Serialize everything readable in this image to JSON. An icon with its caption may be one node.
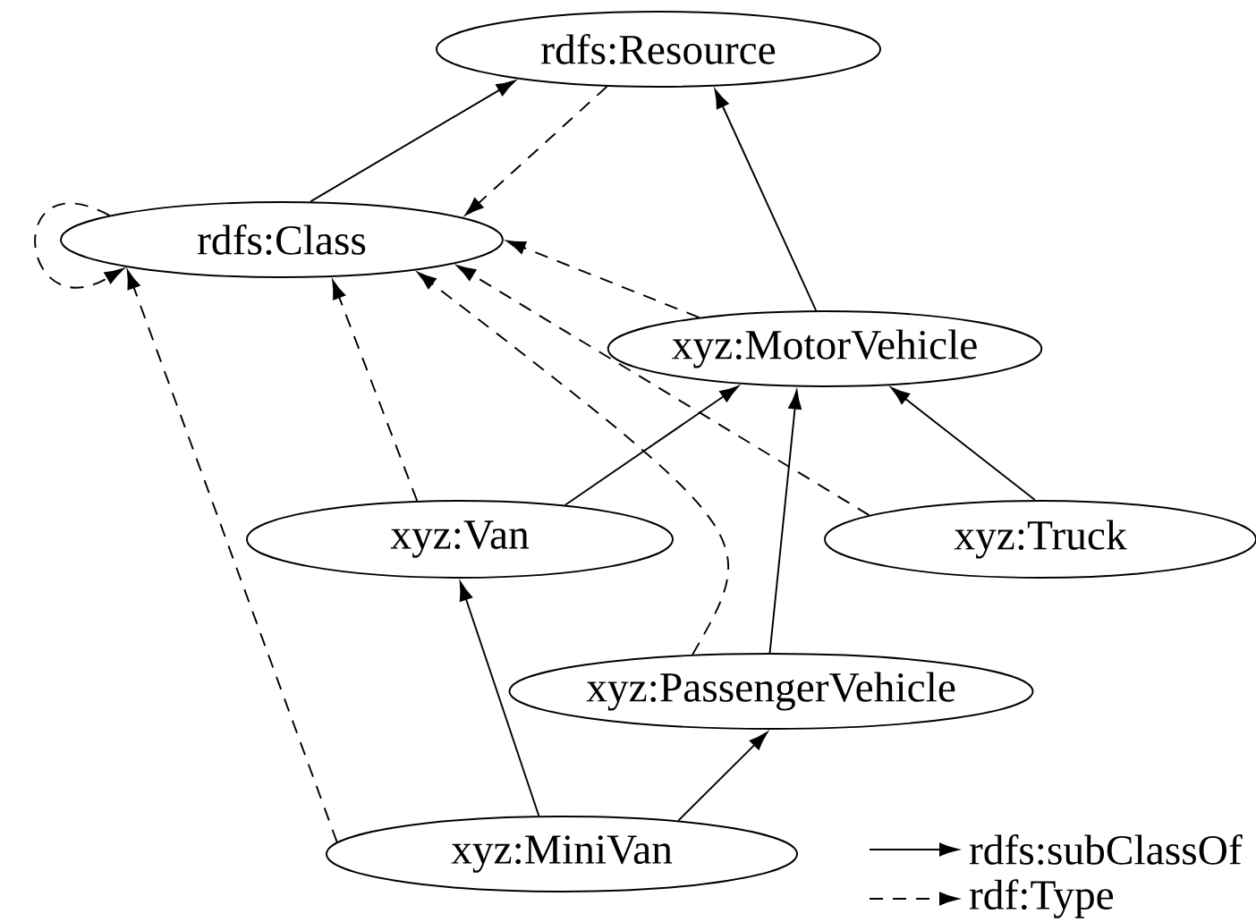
{
  "diagram": {
    "nodes": [
      {
        "text": [
          "rdfs:Resource"
        ]
      },
      {
        "text": [
          "rdfs:Class"
        ]
      },
      {
        "text": [
          "xyz:MotorVehicle"
        ]
      },
      {
        "text": [
          "xyz:Van"
        ]
      },
      {
        "text": [
          "xyz:Truck"
        ]
      },
      {
        "text": [
          "xyz:PassengerVehicle"
        ]
      },
      {
        "text": [
          "xyz:MiniVan"
        ]
      }
    ],
    "edges": [
      {
        "from": 1,
        "to": 0,
        "arrow": "to"
      },
      {
        "from": 0,
        "to": 1,
        "arrow": "to",
        "style": "dashed"
      },
      {
        "from": 1,
        "to": 1,
        "arrow": "to",
        "style": "dashed"
      },
      {
        "from": 2,
        "to": 0,
        "arrow": "to"
      },
      {
        "from": 2,
        "to": 1,
        "arrow": "to",
        "style": "dashed"
      },
      {
        "from": 4,
        "to": 1,
        "arrow": "to",
        "style": "dashed"
      },
      {
        "from": 3,
        "to": 1,
        "arrow": "to",
        "style": "dashed"
      },
      {
        "from": 5,
        "to": 1,
        "arrow": "to",
        "style": "dashed"
      },
      {
        "from": 6,
        "to": 1,
        "arrow": "to",
        "style": "dashed"
      },
      {
        "from": 3,
        "to": 2,
        "arrow": "to"
      },
      {
        "from": 4,
        "to": 2,
        "arrow": "to"
      },
      {
        "from": 5,
        "to": 2,
        "arrow": "to"
      },
      {
        "from": 6,
        "to": 3,
        "arrow": "to"
      },
      {
        "from": 6,
        "to": 5,
        "arrow": "to"
      }
    ],
    "legend": [
      {
        "text": "rdfs:subClassOf"
      },
      {
        "text": "rdf:Type"
      }
    ]
  }
}
